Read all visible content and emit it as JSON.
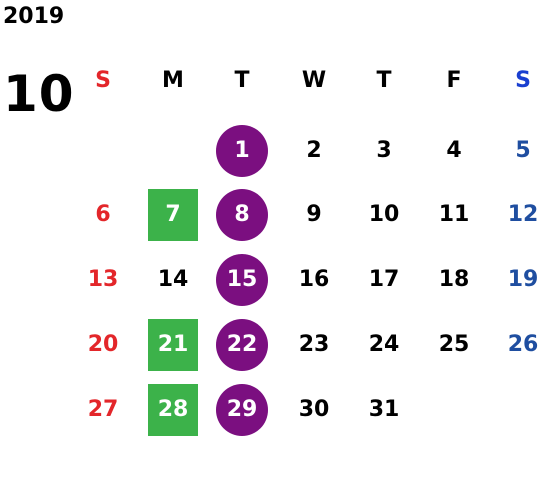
{
  "year": "2019",
  "month": "10",
  "colors": {
    "weekday": "#000000",
    "sunday": "#e3262a",
    "saturday": "#1f4ea0",
    "holiday_circle": "#7b0f80",
    "marked_square": "#3cb24a",
    "on_mark_text": "#ffffff"
  },
  "weekday_headers": [
    "S",
    "M",
    "T",
    "W",
    "T",
    "F",
    "S"
  ],
  "header_colors": [
    "#e3262a",
    "#000000",
    "#000000",
    "#000000",
    "#000000",
    "#000000",
    "#1a3fd0"
  ],
  "weeks": [
    [
      null,
      null,
      {
        "d": "1",
        "mark": "circle"
      },
      {
        "d": "2"
      },
      {
        "d": "3"
      },
      {
        "d": "4"
      },
      {
        "d": "5"
      }
    ],
    [
      {
        "d": "6"
      },
      {
        "d": "7",
        "mark": "square"
      },
      {
        "d": "8",
        "mark": "circle"
      },
      {
        "d": "9"
      },
      {
        "d": "10"
      },
      {
        "d": "11"
      },
      {
        "d": "12"
      }
    ],
    [
      {
        "d": "13"
      },
      {
        "d": "14"
      },
      {
        "d": "15",
        "mark": "circle"
      },
      {
        "d": "16"
      },
      {
        "d": "17"
      },
      {
        "d": "18"
      },
      {
        "d": "19"
      }
    ],
    [
      {
        "d": "20"
      },
      {
        "d": "21",
        "mark": "square"
      },
      {
        "d": "22",
        "mark": "circle"
      },
      {
        "d": "23"
      },
      {
        "d": "24"
      },
      {
        "d": "25"
      },
      {
        "d": "26"
      }
    ],
    [
      {
        "d": "27"
      },
      {
        "d": "28",
        "mark": "square"
      },
      {
        "d": "29",
        "mark": "circle"
      },
      {
        "d": "30"
      },
      {
        "d": "31"
      },
      null,
      null
    ]
  ]
}
